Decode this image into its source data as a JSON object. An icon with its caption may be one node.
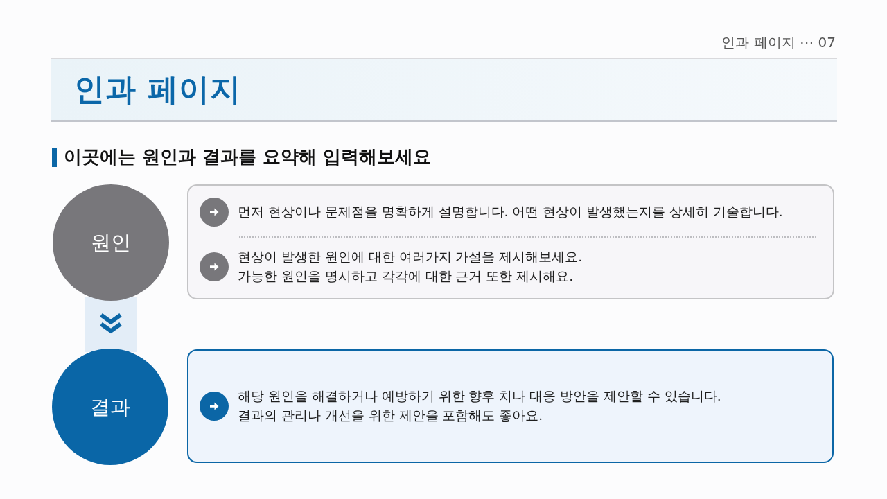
{
  "diagram": {
    "title": "인과 페이지",
    "nodes": [
      {
        "text": [
          "원인"
        ]
      },
      {
        "text": [
          "먼저 현상이나 문제점을 명확하게 설명합니다. 어떤 현상이 발생했는지를 상세히 기술합니다.",
          "현상이 발생한 원인에 대한 여러가지 가설을 제시해보세요. 가능한 원인을 명시하고 각각에 대한 근거 또한 제시해요."
        ]
      },
      {
        "text": [
          "결과"
        ]
      },
      {
        "text": [
          "해당 원인을 해결하거나 예방하기 위한 향후 치나 대응 방안을 제안할 수 있습니다. 결과의 관리나 개선을 위한 제안을 포함해도 좋아요."
        ]
      }
    ],
    "edges": [
      {
        "from": 0,
        "to": 2,
        "arrow": "to"
      }
    ],
    "labels": [
      "인과 페이지 ⋯ 07",
      "이곳에는 원인과 결과를 요약해 입력해보세요"
    ]
  }
}
